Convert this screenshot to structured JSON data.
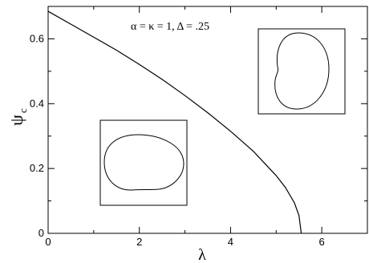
{
  "chart_data": {
    "type": "line",
    "xlabel": "λ",
    "ylabel_main": "ψ",
    "ylabel_sub": "c",
    "xlim": [
      0,
      7
    ],
    "ylim": [
      0,
      0.7
    ],
    "x_ticks": [
      "0",
      "2",
      "4",
      "6"
    ],
    "y_ticks": [
      "0",
      "0.2",
      "0.4",
      "0.6"
    ],
    "annotation": "α = κ = 1, Δ = .25",
    "series": [
      {
        "x": [
          0,
          0.5,
          1.0,
          1.5,
          2.0,
          2.5,
          3.0,
          3.5,
          4.0,
          4.5,
          5.0,
          5.2,
          5.4,
          5.5,
          5.55
        ],
        "y": [
          0.685,
          0.645,
          0.605,
          0.565,
          0.521,
          0.475,
          0.425,
          0.372,
          0.315,
          0.253,
          0.178,
          0.142,
          0.094,
          0.055,
          0.0
        ]
      }
    ]
  }
}
